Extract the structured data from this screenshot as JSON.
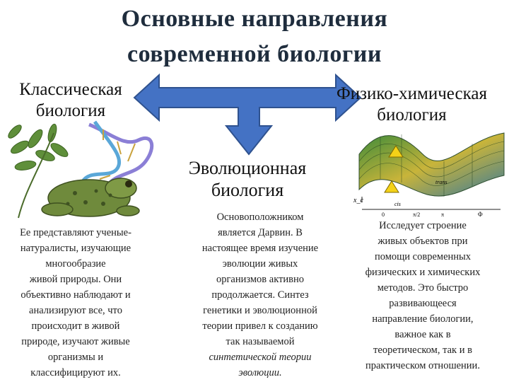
{
  "slide": {
    "title_line1": "Основные направления",
    "title_line2": "современной биологии",
    "left": {
      "heading_line1": "Классическая",
      "heading_line2": "биология",
      "text": [
        "Ее представляют ученые-",
        "натуралисты, изучающие",
        "многообразие",
        "живой природы. Они",
        "объективно наблюдают и",
        "анализируют все, что",
        "происходит в живой",
        "природе, изучают живые",
        "организмы и",
        "классифицируют их."
      ]
    },
    "center": {
      "heading_line1": "Эволюционная",
      "heading_line2": "биология",
      "text": [
        "Основоположником",
        "является Дарвин. В",
        "настоящее время изучение",
        "эволюции живых",
        "организмов активно",
        "продолжается. Синтез",
        "генетики и эволюционной",
        "теории привел к созданию",
        "так называемой"
      ],
      "text_italic": [
        "синтетической теории",
        "эволюции."
      ]
    },
    "right": {
      "heading_line1": "Физико-химическая",
      "heading_line2": "биология",
      "text": [
        "Исследует строение",
        "живых объектов при",
        "помощи современных",
        "физических и химических",
        "методов. Это быстро",
        "развивающееся",
        "направление биологии,",
        "важное как в",
        "теоретическом, так и в",
        "практическом отношении."
      ],
      "graph_labels": {
        "yaxis": "x_c",
        "trans": "trans",
        "cis": "cis",
        "tick0": "0",
        "tick_pi2": "π/2",
        "tick_pi": "π",
        "xaxis": "Φ"
      }
    },
    "colors": {
      "arrow_fill": "#4472c4",
      "arrow_stroke": "#2f528f",
      "title": "#1f2d3d"
    },
    "icons": {
      "left_image": "dna-plants-frog-illustration",
      "right_image": "energy-surface-3d-plot"
    }
  }
}
